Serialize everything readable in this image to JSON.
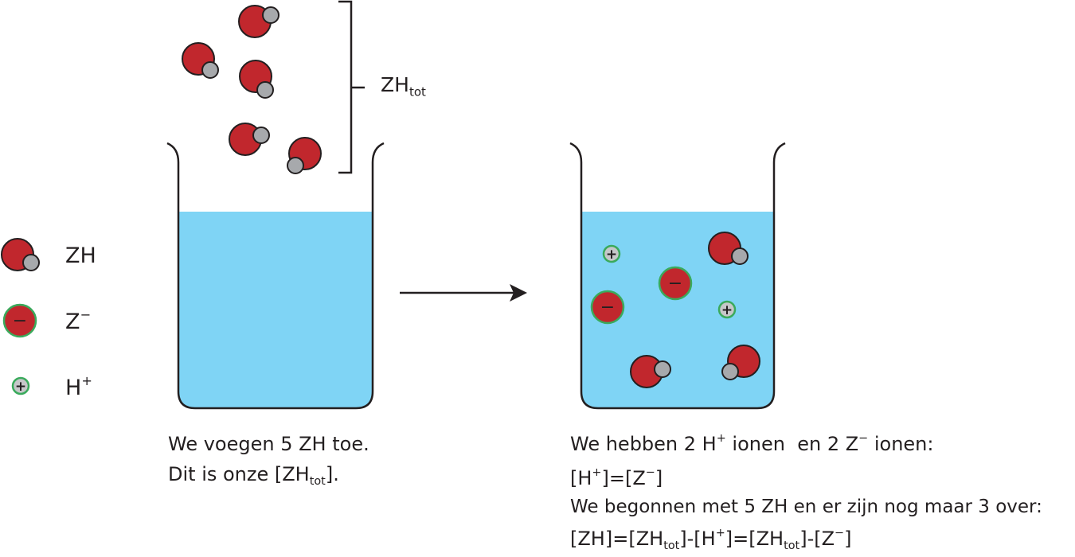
{
  "legend": {
    "zh": "ZH",
    "z_base": "Z",
    "z_charge": "−",
    "h_base": "H",
    "h_charge": "+"
  },
  "bracket": {
    "base": "ZH",
    "sub": "tot"
  },
  "caption_left": {
    "line1": "We voegen 5 ZH toe.",
    "line2_pre": "Dit is onze [ZH",
    "line2_sub": "tot",
    "line2_post": "]."
  },
  "caption_right": {
    "line1_a": "We hebben 2 H",
    "line1_sup1": "+",
    "line1_b": " ionen  en 2 Z",
    "line1_sup2": "−",
    "line1_c": " ionen:",
    "line2_a": "[H",
    "line2_sup1": "+",
    "line2_b": "]=[Z",
    "line2_sup2": "−",
    "line2_c": "]",
    "line3": "We begonnen met 5 ZH en er zijn nog maar 3 over:",
    "line4_a": "[ZH]=[ZH",
    "line4_sub1": "tot",
    "line4_b": "]-[H",
    "line4_sup1": "+",
    "line4_c": "]=[ZH",
    "line4_sub2": "tot",
    "line4_d": "]-[Z",
    "line4_sup2": "−",
    "line4_e": "]"
  },
  "symbols": {
    "minus": "−",
    "plus": "+"
  },
  "colors": {
    "water": "#7fd4f5",
    "molecule_red": "#c1272d",
    "hydrogen_grey": "#a7a9ac",
    "ion_ring_green": "#3aaa5c",
    "proton_fill": "#c6c7c9",
    "outline": "#231f20"
  }
}
